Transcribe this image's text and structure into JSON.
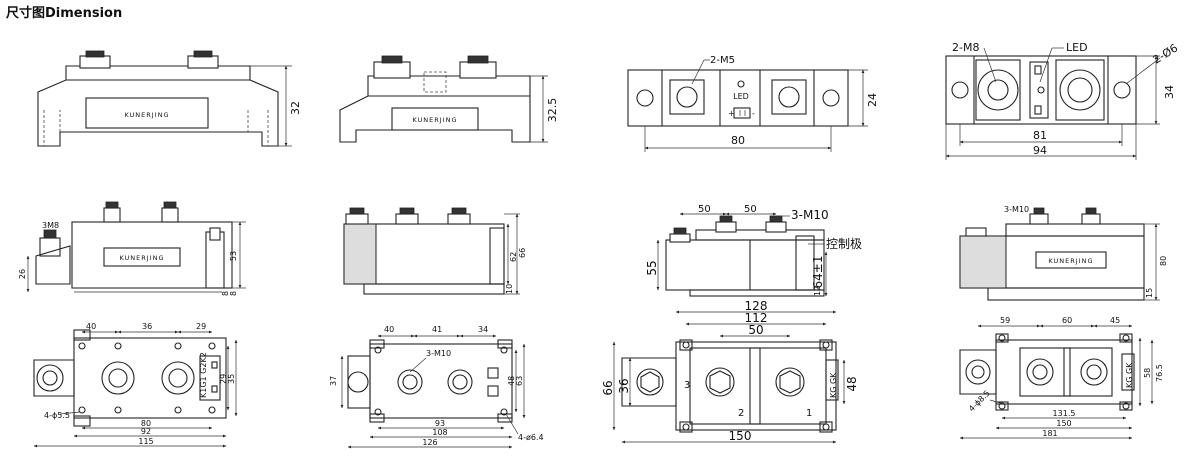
{
  "title": "尺寸图Dimension",
  "brand": "KUNERJING",
  "d1": {
    "h": "32"
  },
  "d2": {
    "h": "32.5"
  },
  "d3": {
    "m": "2-M5",
    "led": "LED",
    "w": "80",
    "h": "24",
    "plus": "+",
    "minus": "-"
  },
  "d4": {
    "m": "2-M8",
    "led": "LED",
    "hole": "2-Ø6",
    "w1": "81",
    "w2": "94",
    "h": "34"
  },
  "d5": {
    "m": "3M8",
    "h1": "53",
    "h2": "26",
    "h3": "8",
    "h4": "8",
    "w1": "40",
    "w2": "36",
    "w3": "29",
    "hole": "4-ϕ5.5",
    "b1": "80",
    "b2": "92",
    "b3": "115",
    "v1": "29",
    "v2": "35",
    "pins": "K1G1 G2K2"
  },
  "d6": {
    "h1": "62",
    "h2": "66",
    "h3": "10",
    "w1": "40",
    "w2": "41",
    "w3": "34",
    "m": "3-M10",
    "v0": "37",
    "v1": "48",
    "v2": "63",
    "b1": "93",
    "b2": "108",
    "b3": "126",
    "hole": "4-ø6.4"
  },
  "d7": {
    "w1": "50",
    "w2": "50",
    "m": "3-M10",
    "ctrl": "控制极",
    "h1": "55",
    "h2": "64±1",
    "h3": "12",
    "t1": "128",
    "t2": "112",
    "t3": "50",
    "v1": "66",
    "v2": "36",
    "v3": "48",
    "b": "150",
    "n1": "3",
    "n2": "2",
    "n3": "1",
    "pins": "KG GK"
  },
  "d8": {
    "m": "3-M10",
    "h1": "80",
    "h2": "15",
    "w1": "59",
    "w2": "60",
    "w3": "45",
    "v1": "58",
    "v2": "76.5",
    "hole": "4-ϕ8.5",
    "b1": "131.5",
    "b2": "150",
    "b3": "181",
    "pins": "KG GK"
  }
}
